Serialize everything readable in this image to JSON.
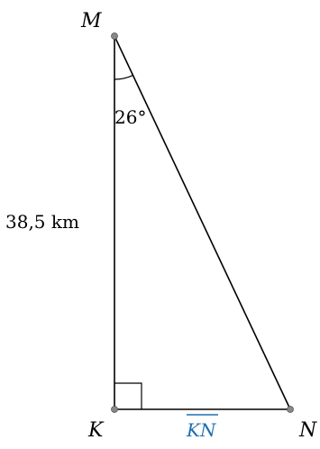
{
  "diagram": {
    "vertices": {
      "M": "M",
      "K": "K",
      "N": "N"
    },
    "side_MK_length": "38,5 km",
    "angle_M": "26°",
    "segment_KN_label": "KN",
    "colors": {
      "stroke": "#000000",
      "point_fill": "#888888",
      "unknown_label": "#1f6fb2"
    }
  }
}
